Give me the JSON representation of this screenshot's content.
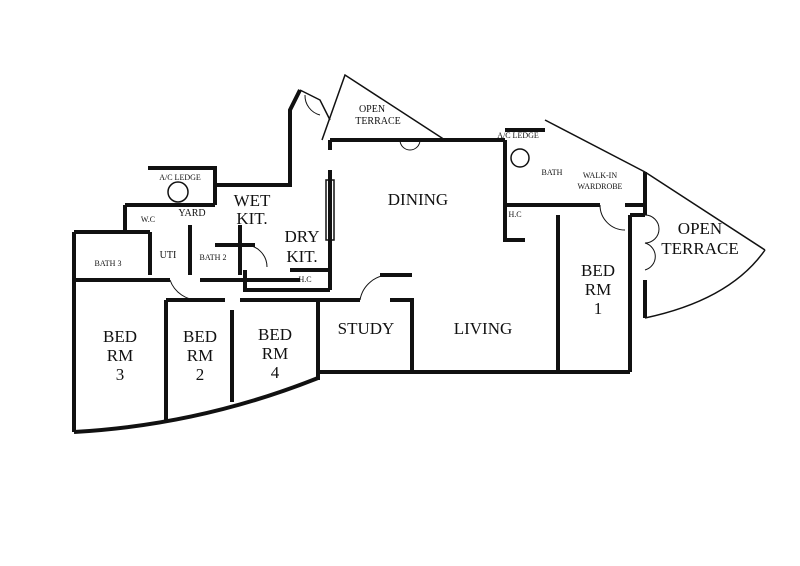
{
  "plan": {
    "rooms": {
      "open_terrace_top": [
        "OPEN",
        "TERRACE"
      ],
      "ac_ledge_left": "A/C LEDGE",
      "ac_ledge_right": "A/C LEDGE",
      "dining": "DINING",
      "wet_kit": [
        "WET",
        "KIT."
      ],
      "dry_kit": [
        "DRY",
        "KIT."
      ],
      "yard": "YARD",
      "wc": "W.C",
      "uti": "UTI",
      "bath2": "BATH 2",
      "bath3": "BATH 3",
      "hc_kitchen": "H.C",
      "hc_master": "H.C",
      "bath_master": "BATH",
      "walk_in": [
        "WALK-IN",
        "WARDROBE"
      ],
      "open_terrace_right": [
        "OPEN",
        "TERRACE"
      ],
      "bed1": [
        "BED",
        "RM",
        "1"
      ],
      "bed2": [
        "BED",
        "RM",
        "2"
      ],
      "bed3": [
        "BED",
        "RM",
        "3"
      ],
      "bed4": [
        "BED",
        "RM",
        "4"
      ],
      "study": "STUDY",
      "living": "LIVING"
    }
  }
}
